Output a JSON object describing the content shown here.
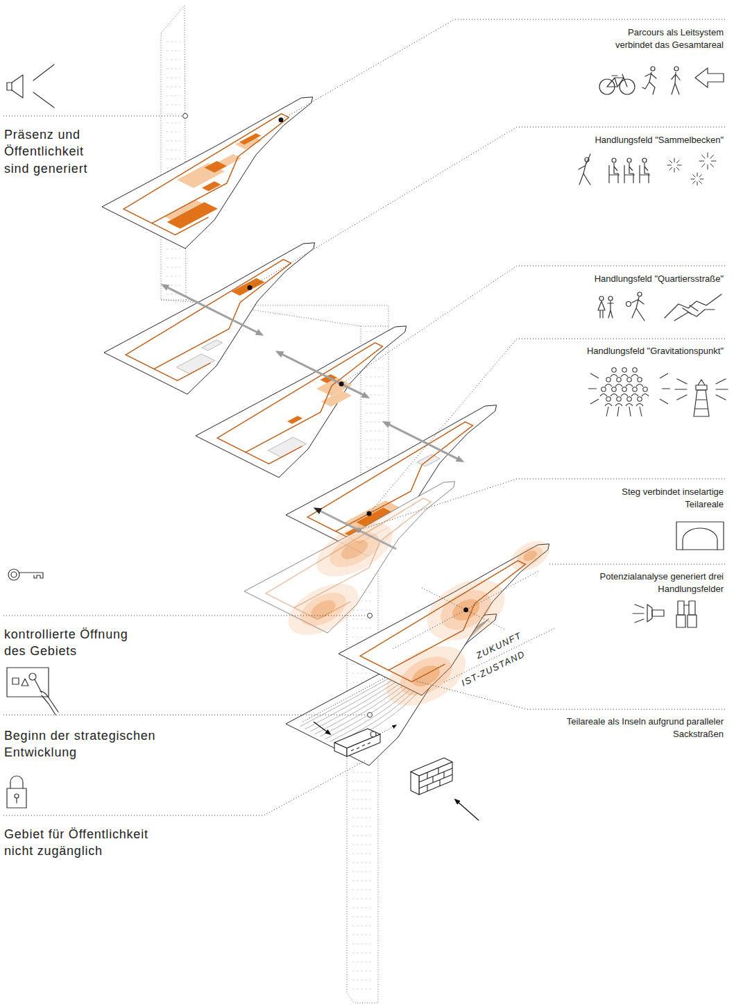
{
  "diagram": {
    "labels": [
      "Parcours als Leitsystem verbindet das Gesamtareal",
      "Präsenz und Öffentlichkeit sind generiert",
      "Handlungsfeld \"Sammelbecken\"",
      "Handlungsfeld \"Quartiersstraße\"",
      "Handlungsfeld \"Gravitationspunkt\"",
      "Steg verbindet inselartige Teilareale",
      "Potenzialanalyse generiert drei Handlungsfelder",
      "kontrollierte Öffnung des Gebiets",
      "ZUKUNFT",
      "IST-ZUSTAND",
      "Teilareale als Inseln aufgrund paralleler Sackstraßen",
      "Beginn der strategischen Entwicklung",
      "Gebiet für Öffentlichkeit nicht zugänglich"
    ]
  }
}
